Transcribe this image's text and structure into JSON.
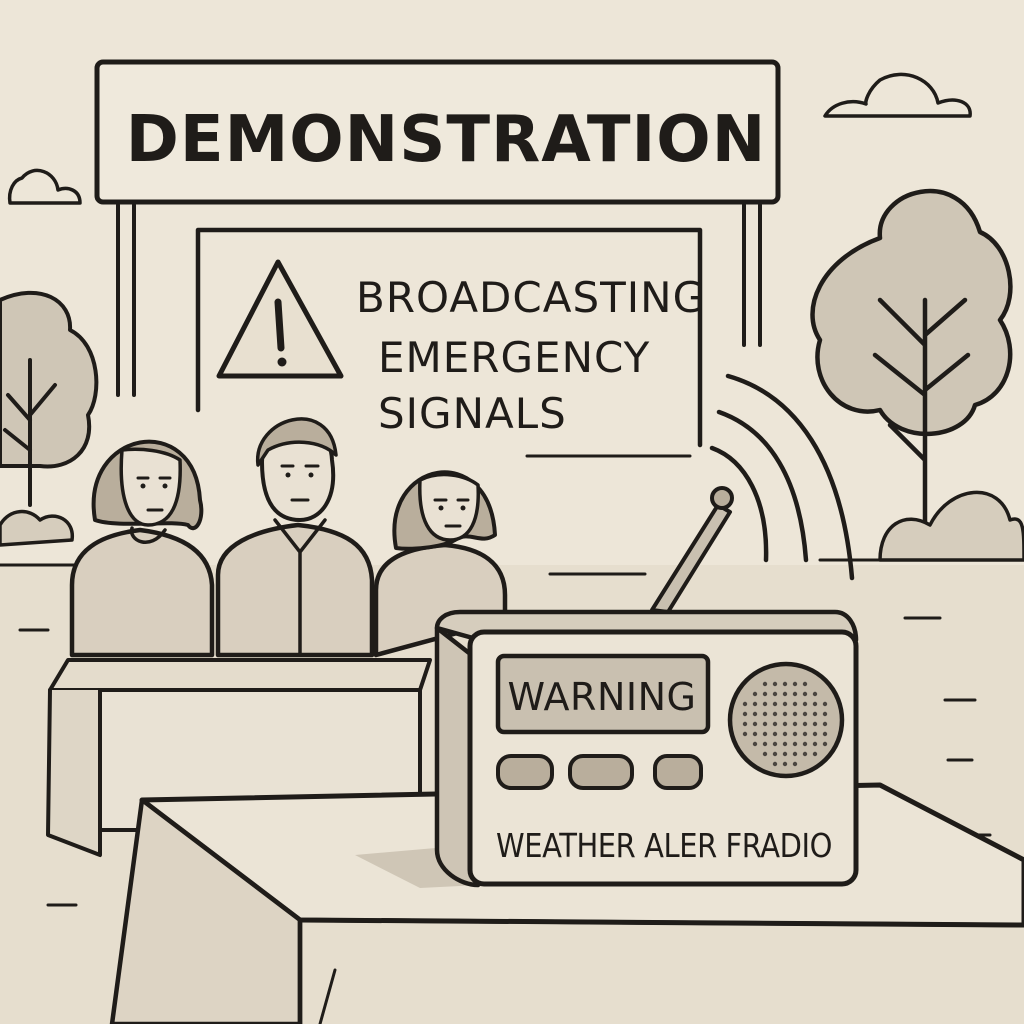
{
  "banner": {
    "text": "DEMONSTRATION"
  },
  "sign": {
    "lines": [
      "BROADCASTING",
      "EMERGENCY",
      "SIGNALS"
    ]
  },
  "radio": {
    "display": "WARNING",
    "brand": "WEATHER ALER FRADIO"
  },
  "icons": [
    "warning-triangle-icon",
    "radio-waves-icon",
    "antenna-icon",
    "speaker-grille-icon",
    "cloud-icon",
    "tree-icon"
  ],
  "colors": {
    "background": "#ede6d8",
    "ink": "#1f1c19",
    "figure": "#d9cfbf",
    "tree": "#cfc6b6",
    "display": "#c9c0b0"
  }
}
